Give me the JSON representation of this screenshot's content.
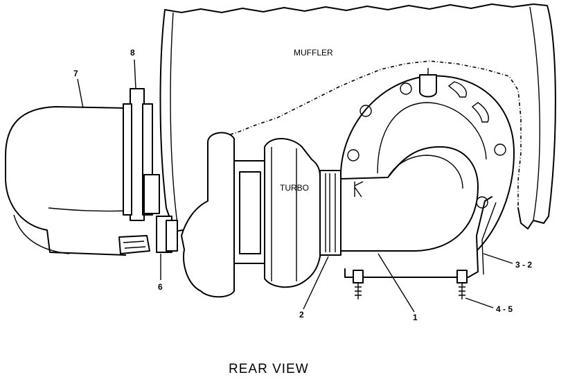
{
  "labels": {
    "muffler": "MUFFLER",
    "turbo": "TURBO",
    "callout_7": "7",
    "callout_8": "8",
    "callout_6": "6",
    "callout_2": "2",
    "callout_1": "1",
    "callout_3_2": "3 - 2",
    "callout_4_5": "4 - 5"
  },
  "caption": "REAR  VIEW"
}
